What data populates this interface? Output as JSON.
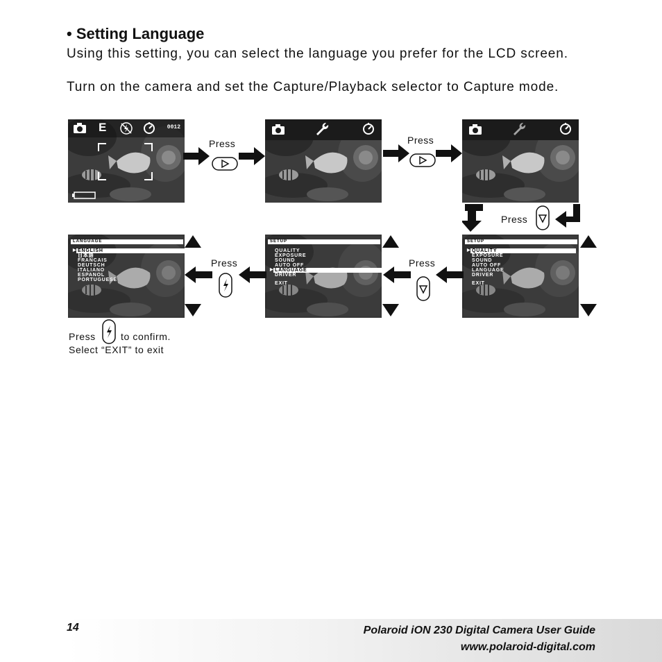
{
  "heading": "• Setting Language",
  "paragraph1": "Using this setting, you can select the language you prefer for the LCD screen.",
  "paragraph2": "Turn on the camera and set the Capture/Playback selector to Capture mode.",
  "screen1": {
    "mode_letter": "E",
    "counter": "0012"
  },
  "press_label": "Press",
  "setup_menu": {
    "title": "SETUP",
    "items": [
      "QUALITY",
      "EXPOSURE",
      "SOUND",
      "AUTO OFF",
      "LANGUAGE",
      "DRIVER",
      "EXIT"
    ]
  },
  "language_menu": {
    "title": "LANGUAGE",
    "items": [
      "ENGLISH",
      "日本語",
      "FRANCAIS",
      "DEUTSCH",
      "ITALIANO",
      "ESPANOL",
      "PORTUGUESE"
    ]
  },
  "confirm_note": {
    "press": "Press",
    "after": "to confirm.",
    "line2": "Select “EXIT” to exit"
  },
  "footer": {
    "page_number": "14",
    "guide_title": "Polaroid iON 230 Digital Camera User Guide",
    "url": "www.polaroid-digital.com"
  },
  "colors": {
    "screen_bg": "#3a3a3a",
    "bar_bg": "#1b1b1b",
    "text": "#111111"
  }
}
